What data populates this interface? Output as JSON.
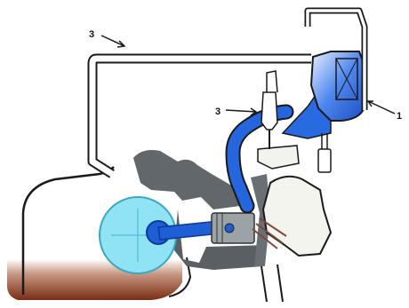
{
  "labels": {
    "top": "3",
    "middle": "3",
    "right": "1"
  },
  "colors": {
    "intake_blue": "#1e5fd6",
    "crank_cyan": "#8fe3f2",
    "head_gray": "#5f6366",
    "oil_brown": "#8a3a1c",
    "outline": "#1a1a1a"
  }
}
